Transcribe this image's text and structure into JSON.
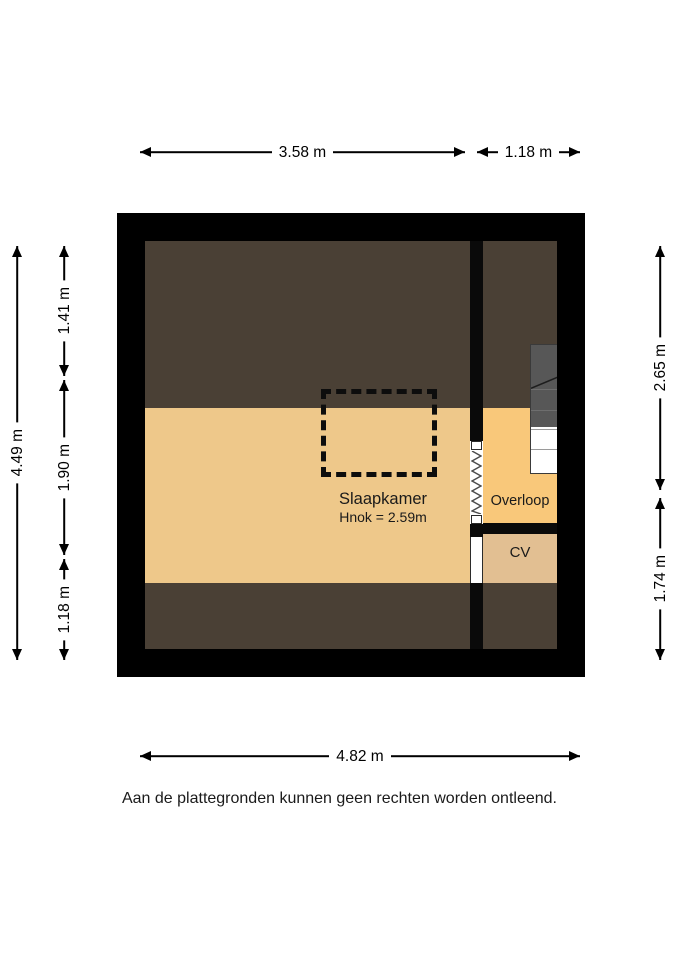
{
  "floorplan": {
    "rooms": [
      {
        "id": "slaapkamer",
        "name": "Slaapkamer",
        "sub": "Hnok = 2.59m"
      },
      {
        "id": "overloop",
        "name": "Overloop"
      },
      {
        "id": "cv",
        "name": "CV"
      }
    ],
    "dimensions": {
      "top": [
        {
          "label": "3.58 m"
        },
        {
          "label": "1.18 m"
        }
      ],
      "bottom": [
        {
          "label": "4.82 m"
        }
      ],
      "left_outer": {
        "label": "4.49 m"
      },
      "left_inner": [
        {
          "label": "1.41 m"
        },
        {
          "label": "1.90 m"
        },
        {
          "label": "1.18 m"
        }
      ],
      "right": [
        {
          "label": "2.65 m"
        },
        {
          "label": "1.74 m"
        }
      ]
    },
    "features": {
      "stairs_direction": "down",
      "door_type": "accordion",
      "dormer": "dashed-outline",
      "boiler": "cv-boiler-icon"
    },
    "colors": {
      "wall": "#0a0a0a",
      "slope_ceiling": "#4a4035",
      "floor_bedroom": "#eec88a",
      "floor_landing": "#f9c87a",
      "floor_cv": "#e2bf92",
      "stairs_shade": "#575757"
    }
  },
  "disclaimer": "Aan de plattegronden kunnen geen rechten worden ontleend."
}
